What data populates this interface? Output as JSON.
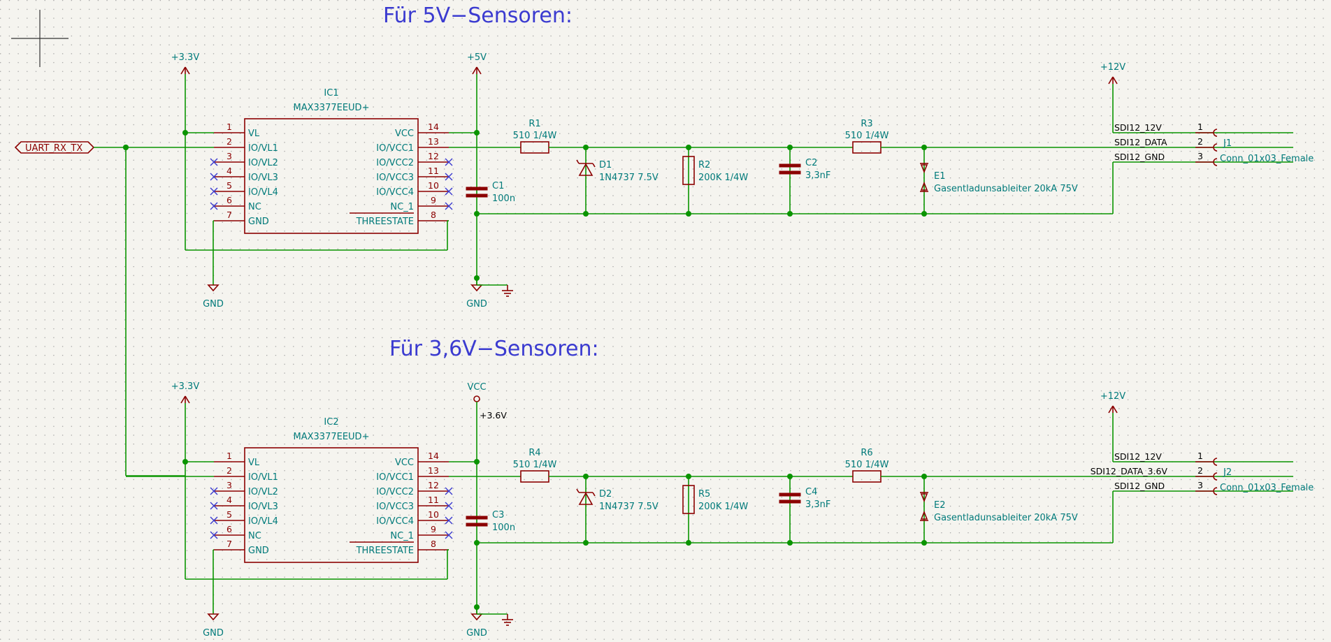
{
  "titles": {
    "five_v": "Für 5V−Sensoren:",
    "three_v": "Für 3,6V−Sensoren:"
  },
  "hier_label": "UART_RX_TX",
  "power": {
    "v33": "+3.3V",
    "v5": "+5V",
    "v12": "+12V",
    "vcc": "VCC",
    "gnd": "GND",
    "v36": "+3.6V"
  },
  "ic": {
    "part": "MAX3377EEUD+",
    "refs": [
      "IC1",
      "IC2"
    ],
    "left_pins": [
      {
        "num": "1",
        "name": "VL"
      },
      {
        "num": "2",
        "name": "IO/VL1"
      },
      {
        "num": "3",
        "name": "IO/VL2"
      },
      {
        "num": "4",
        "name": "IO/VL3"
      },
      {
        "num": "5",
        "name": "IO/VL4"
      },
      {
        "num": "6",
        "name": "NC"
      },
      {
        "num": "7",
        "name": "GND"
      }
    ],
    "right_pins": [
      {
        "num": "14",
        "name": "VCC"
      },
      {
        "num": "13",
        "name": "IO/VCC1"
      },
      {
        "num": "12",
        "name": "IO/VCC2"
      },
      {
        "num": "11",
        "name": "IO/VCC3"
      },
      {
        "num": "10",
        "name": "IO/VCC4"
      },
      {
        "num": "9",
        "name": "NC_1"
      },
      {
        "num": "8",
        "name": "THREESTATE"
      }
    ]
  },
  "blocks": [
    {
      "r_in": {
        "ref": "R1",
        "val": "510 1/4W"
      },
      "c_dec": {
        "ref": "C1",
        "val": "100n"
      },
      "diode": {
        "ref": "D1",
        "val": "1N4737 7.5V"
      },
      "r_pd": {
        "ref": "R2",
        "val": "200K 1/4W"
      },
      "cap": {
        "ref": "C2",
        "val": "3,3nF"
      },
      "r_out": {
        "ref": "R3",
        "val": "510 1/4W"
      },
      "arrester": {
        "ref": "E1",
        "val": "Gasentladunsableiter 20kA 75V"
      },
      "conn": {
        "ref": "J1",
        "val": "Conn_01x03_Female",
        "pins": [
          "1",
          "2",
          "3"
        ]
      },
      "nets": {
        "v12": "SDI12_12V",
        "data": "SDI12_DATA",
        "gnd": "SDI12_GND"
      }
    },
    {
      "r_in": {
        "ref": "R4",
        "val": "510 1/4W"
      },
      "c_dec": {
        "ref": "C3",
        "val": "100n"
      },
      "diode": {
        "ref": "D2",
        "val": "1N4737 7.5V"
      },
      "r_pd": {
        "ref": "R5",
        "val": "200K 1/4W"
      },
      "cap": {
        "ref": "C4",
        "val": "3,3nF"
      },
      "r_out": {
        "ref": "R6",
        "val": "510 1/4W"
      },
      "arrester": {
        "ref": "E2",
        "val": "Gasentladunsableiter 20kA 75V"
      },
      "conn": {
        "ref": "J2",
        "val": "Conn_01x03_Female",
        "pins": [
          "1",
          "2",
          "3"
        ]
      },
      "nets": {
        "v12": "SDI12_12V",
        "data": "SDI12_DATA_3.6V",
        "gnd": "SDI12_GND"
      }
    }
  ],
  "colors": {
    "wire": "#0a9400",
    "component": "#8b0000",
    "label": "#007a7a",
    "title": "#3b3bd0",
    "background": "#f5f4ef"
  }
}
